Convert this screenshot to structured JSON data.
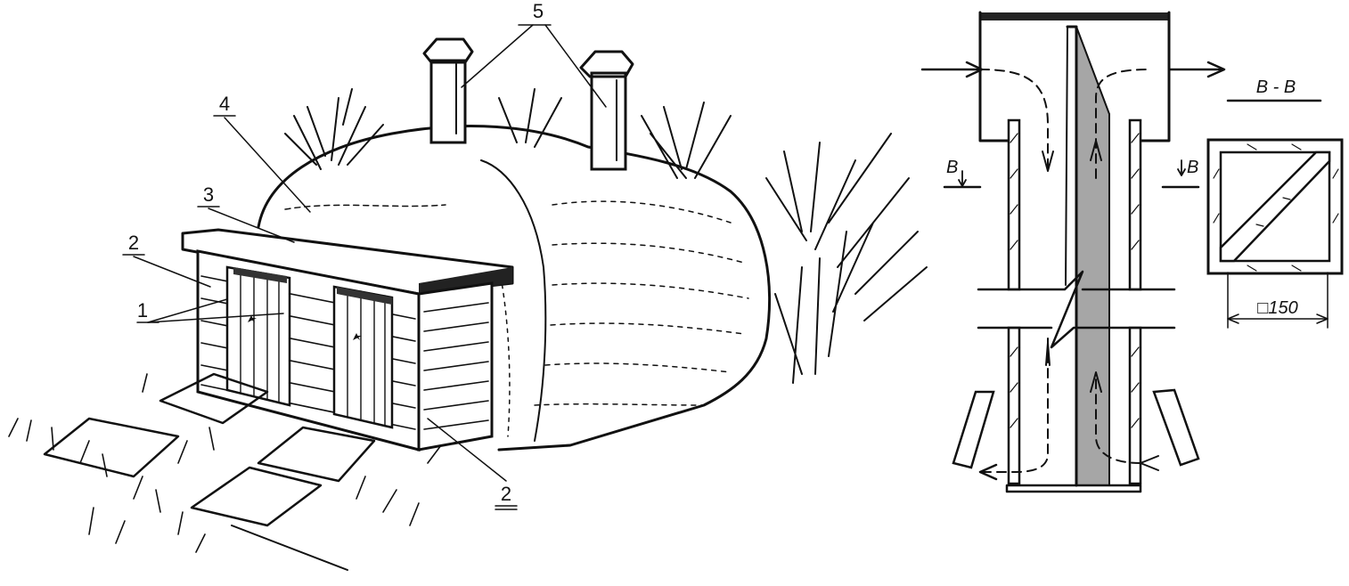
{
  "illustration": {
    "callouts": [
      {
        "id": "c1",
        "text": "1"
      },
      {
        "id": "c2a",
        "text": "2"
      },
      {
        "id": "c3",
        "text": "3"
      },
      {
        "id": "c4",
        "text": "4"
      },
      {
        "id": "c5",
        "text": "5"
      },
      {
        "id": "c2b",
        "text": "2"
      }
    ]
  },
  "vent_section": {
    "cut_mark_left": "B",
    "cut_mark_right": "B",
    "section_title": "B - B",
    "dimension": "□150",
    "colors": {
      "warm_channel_fill": "#a6a6a6",
      "ink": "#111111"
    }
  }
}
